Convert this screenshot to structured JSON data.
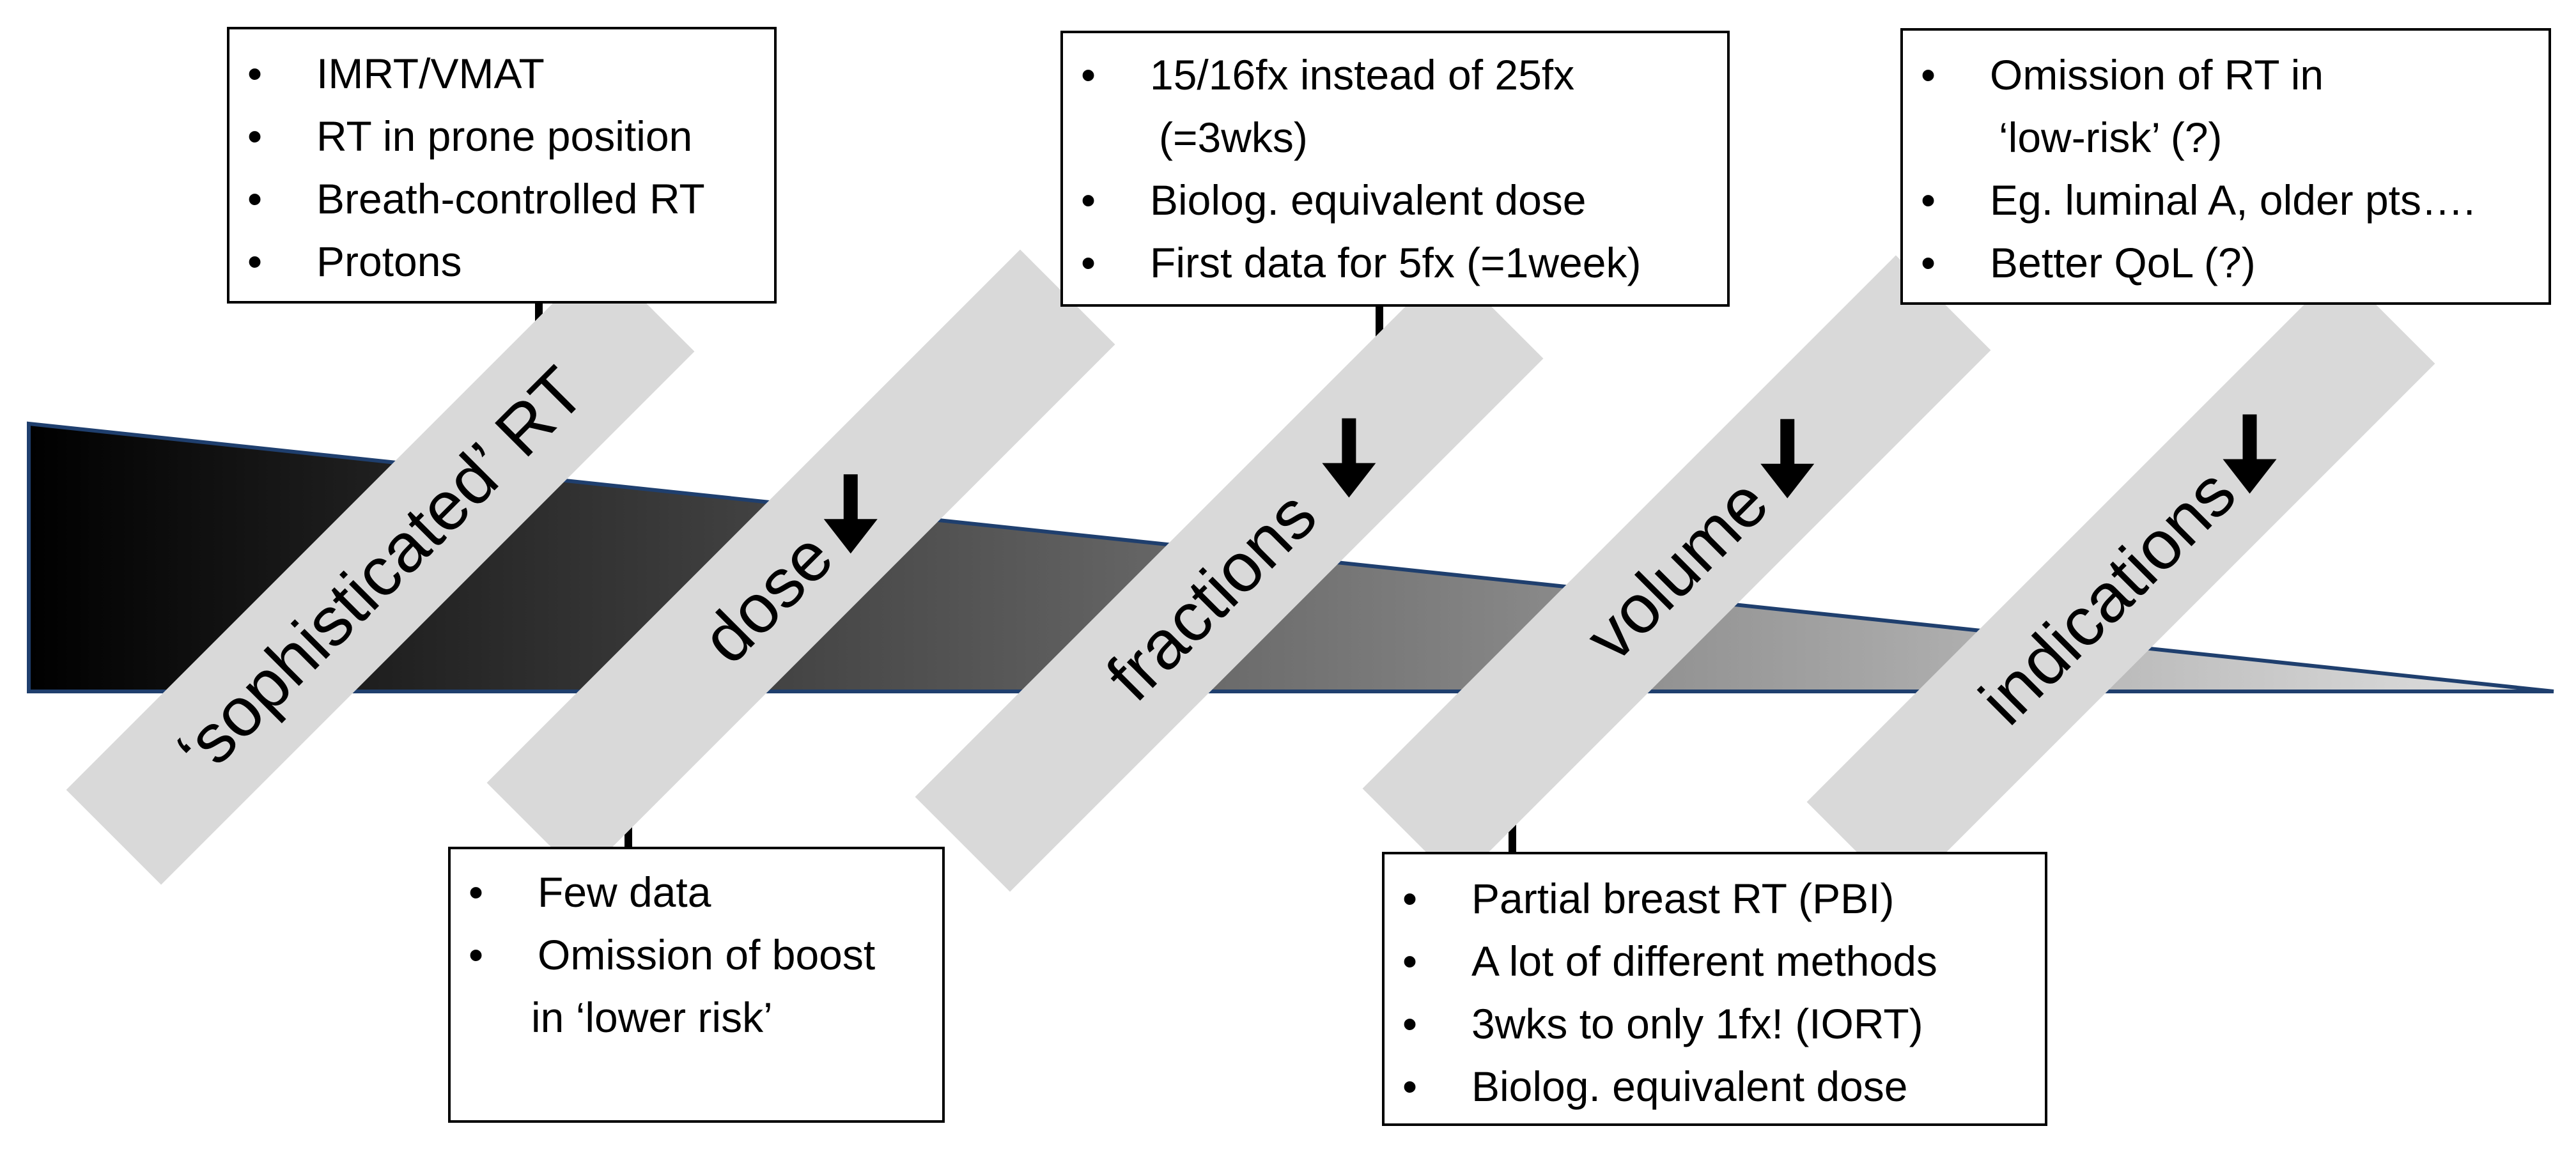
{
  "colors": {
    "wedge_start": "#000000",
    "wedge_end": "#dedede",
    "wedge_outline": "#1f3f6e",
    "band_fill": "#d9d9d9",
    "text": "#000000",
    "box_border": "#000000"
  },
  "bands": [
    {
      "id": "sophisticated",
      "label": "‘sophisticated’ RT",
      "has_arrow": false
    },
    {
      "id": "dose",
      "label": "dose",
      "has_arrow": true
    },
    {
      "id": "fractions",
      "label": "fractions",
      "has_arrow": true
    },
    {
      "id": "volume",
      "label": "volume",
      "has_arrow": true
    },
    {
      "id": "indications",
      "label": "indications",
      "has_arrow": true
    }
  ],
  "boxes": {
    "sophisticated": {
      "items": [
        {
          "text": "IMRT/VMAT"
        },
        {
          "text": "RT in prone position"
        },
        {
          "text": "Breath-controlled RT"
        },
        {
          "text": "Protons"
        }
      ]
    },
    "fractions": {
      "items": [
        {
          "text": "15/16fx instead of 25fx",
          "cont": "(=3wks)"
        },
        {
          "text": "Biolog. equivalent dose"
        },
        {
          "text": "First data for 5fx (=1week)"
        }
      ]
    },
    "indications": {
      "items": [
        {
          "text": "Omission of RT in",
          "cont": "‘low-risk’ (?)"
        },
        {
          "text": "Eg. luminal A, older pts…."
        },
        {
          "text": "Better QoL (?)"
        }
      ]
    },
    "dose": {
      "items": [
        {
          "text": "Few data"
        },
        {
          "text": "Omission of boost",
          "cont": "in ‘lower risk’"
        }
      ]
    },
    "volume": {
      "items": [
        {
          "text": "Partial breast RT (PBI)"
        },
        {
          "text": "A lot of different methods"
        },
        {
          "text": "3wks to only 1fx! (IORT)"
        },
        {
          "text": "Biolog. equivalent dose"
        }
      ]
    }
  }
}
